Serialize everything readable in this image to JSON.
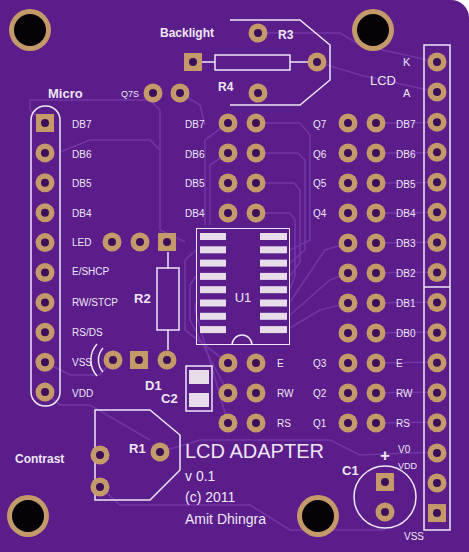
{
  "diagram": {
    "nodes": [
      {
        "text": [
          "U1"
        ]
      }
    ],
    "labels": [
      "Backlight",
      "R3",
      "R4",
      "Q7S",
      "Micro",
      "LCD",
      "K",
      "A",
      "DB7",
      "DB6",
      "DB5",
      "DB4",
      "LED",
      "E/SHCP",
      "RW/STCP",
      "RS/DS",
      "VSS",
      "VDD",
      "DB7",
      "DB6",
      "DB5",
      "DB4",
      "Q7",
      "Q6",
      "Q5",
      "Q4",
      "DB7",
      "DB6",
      "DB5",
      "DB4",
      "DB3",
      "DB2",
      "DB1",
      "DB0",
      "E",
      "RW",
      "RS",
      "Q3",
      "Q2",
      "Q1",
      "E",
      "RW",
      "RS",
      "R2",
      "D1",
      "C2",
      "R1",
      "Contrast",
      "LCD ADAPTER",
      "v 0.1",
      "(c) 2011",
      "Amit Dhingra",
      "C1",
      "+",
      "V0",
      "VDD",
      "VSS"
    ]
  }
}
